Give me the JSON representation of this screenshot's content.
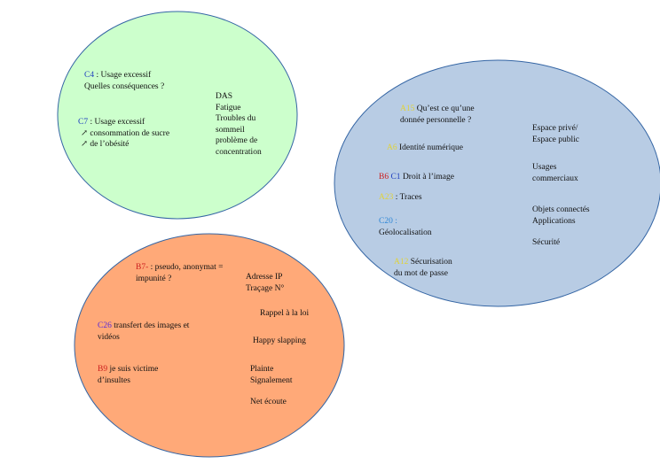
{
  "colors": {
    "green_fill": "#ccffcc",
    "blue_fill": "#b8cce4",
    "orange_fill": "#ffa978",
    "outline": "#3465a4",
    "code_blue": "#1f3fbf",
    "code_light_blue": "#2e86d6",
    "code_red": "#cc1f1f",
    "code_yellow": "#e0d23a",
    "code_purple": "#5a2bd6"
  },
  "green": {
    "c4": {
      "code": "C4",
      "line1": ": Usage excessif",
      "line2": "Quelles conséquences ?"
    },
    "c7": {
      "code": "C7",
      "line1": ": Usage excessif",
      "line2": "↗ consommation de sucre",
      "line3": "↗ de l’obésité"
    },
    "das": [
      "DAS",
      "Fatigue",
      "Troubles du",
      "sommeil",
      "problème de",
      "concentration"
    ]
  },
  "blue": {
    "a15": {
      "code": "A15",
      "line1": "Qu’est ce qu’une",
      "line2": "donnée personnelle ?"
    },
    "a6": {
      "code": "A6",
      "text": "Identité numérique"
    },
    "b6c1": {
      "code1": "B6",
      "code2": "C1",
      "text": "Droit à l’image"
    },
    "a23": {
      "code": "A23",
      "text": ": Traces"
    },
    "c20": {
      "code": "C20 :",
      "text": "Géolocalisation"
    },
    "a12": {
      "code": "A12",
      "line1": "Sécurisation",
      "line2": "du mot de passe"
    },
    "right": {
      "espace": [
        "Espace privé/",
        "Espace public"
      ],
      "usages": [
        "Usages",
        "commerciaux"
      ],
      "objets": [
        "Objets connectés",
        "Applications"
      ],
      "securite": "Sécurité"
    }
  },
  "orange": {
    "b7": {
      "code": "B7-",
      "line1": ": pseudo, anonymat =",
      "line2": "impunité ?"
    },
    "c26": {
      "code": "C26",
      "line1": "transfert des images et",
      "line2": "vidéos"
    },
    "b9": {
      "code": "B9",
      "line1": "je suis victime",
      "line2": "d’insultes"
    },
    "adresse": [
      "Adresse IP",
      "Traçage N°"
    ],
    "rappel": "Rappel à la loi",
    "happy": "Happy slapping",
    "plainte": [
      "Plainte",
      "Signalement"
    ],
    "netecoute": "Net écoute"
  }
}
